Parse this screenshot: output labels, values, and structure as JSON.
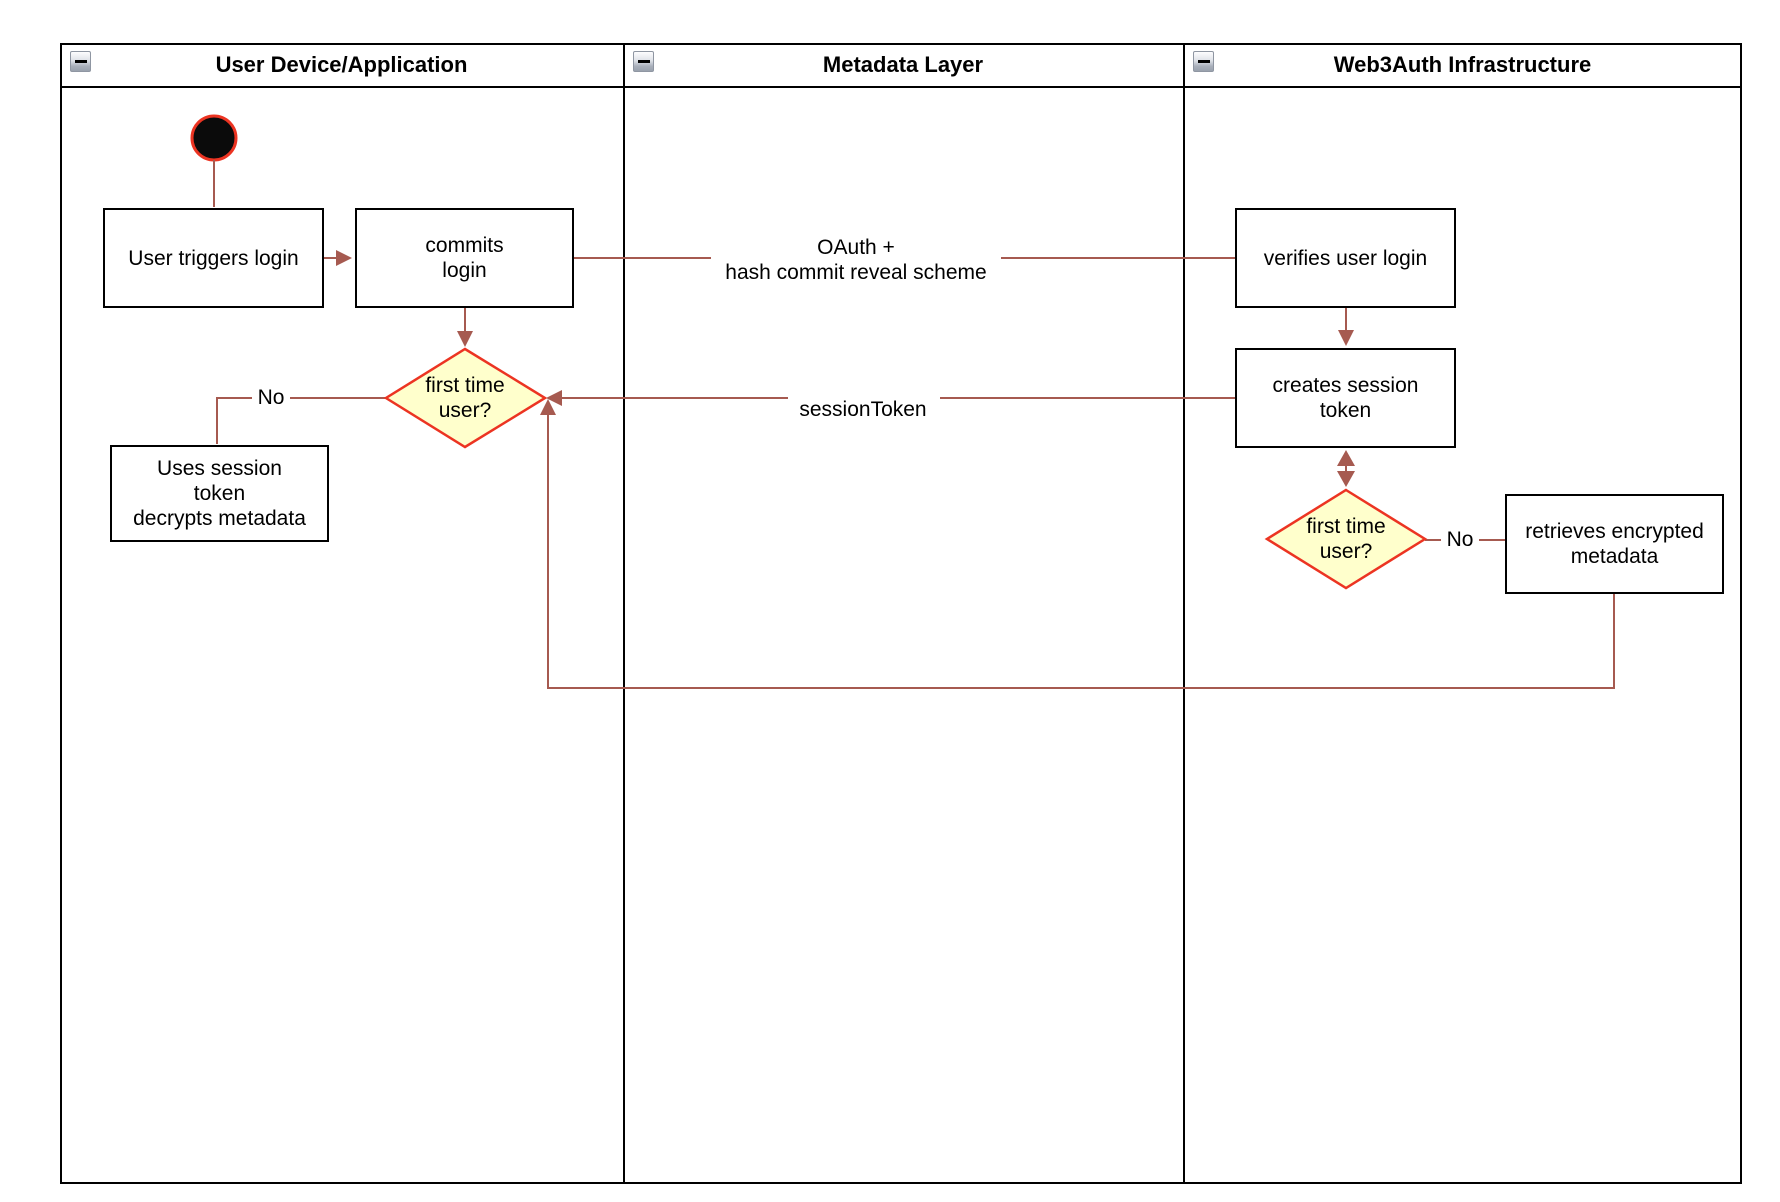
{
  "diagram": {
    "lanes": [
      {
        "title": "User Device/Application"
      },
      {
        "title": "Metadata Layer"
      },
      {
        "title": "Web3Auth Infrastructure"
      }
    ],
    "nodes": {
      "start": {
        "type": "initial-node"
      },
      "user_triggers_login": {
        "label": "User triggers login"
      },
      "commits_login": {
        "label": "commits\nlogin"
      },
      "verifies_user_login": {
        "label": "verifies user login"
      },
      "creates_session_token": {
        "label": "creates session\ntoken"
      },
      "uses_session_token": {
        "label": "Uses session\ntoken\ndecrypts metadata"
      },
      "retrieves_encrypted_metadata": {
        "label": "retrieves encrypted\nmetadata"
      },
      "first_time_user_device": {
        "label": "first time\nuser?"
      },
      "first_time_user_infra": {
        "label": "first time\nuser?"
      }
    },
    "edge_labels": {
      "oauth": {
        "label": "OAuth +\nhash commit reveal scheme"
      },
      "session_token": {
        "label": "sessionToken"
      },
      "no_device": {
        "label": "No"
      },
      "no_infra": {
        "label": "No"
      }
    },
    "icons": {
      "lane_collapse": "minus-icon"
    },
    "colors": {
      "connector": "#A65A50",
      "decision_border": "#EC3422",
      "decision_fill": "#FFFFCC",
      "node_border": "#000000",
      "node_fill": "#FFFFFF",
      "initial_node_fill": "#0B0B0B",
      "initial_node_border": "#EC3422",
      "lane_border": "#000000"
    }
  }
}
